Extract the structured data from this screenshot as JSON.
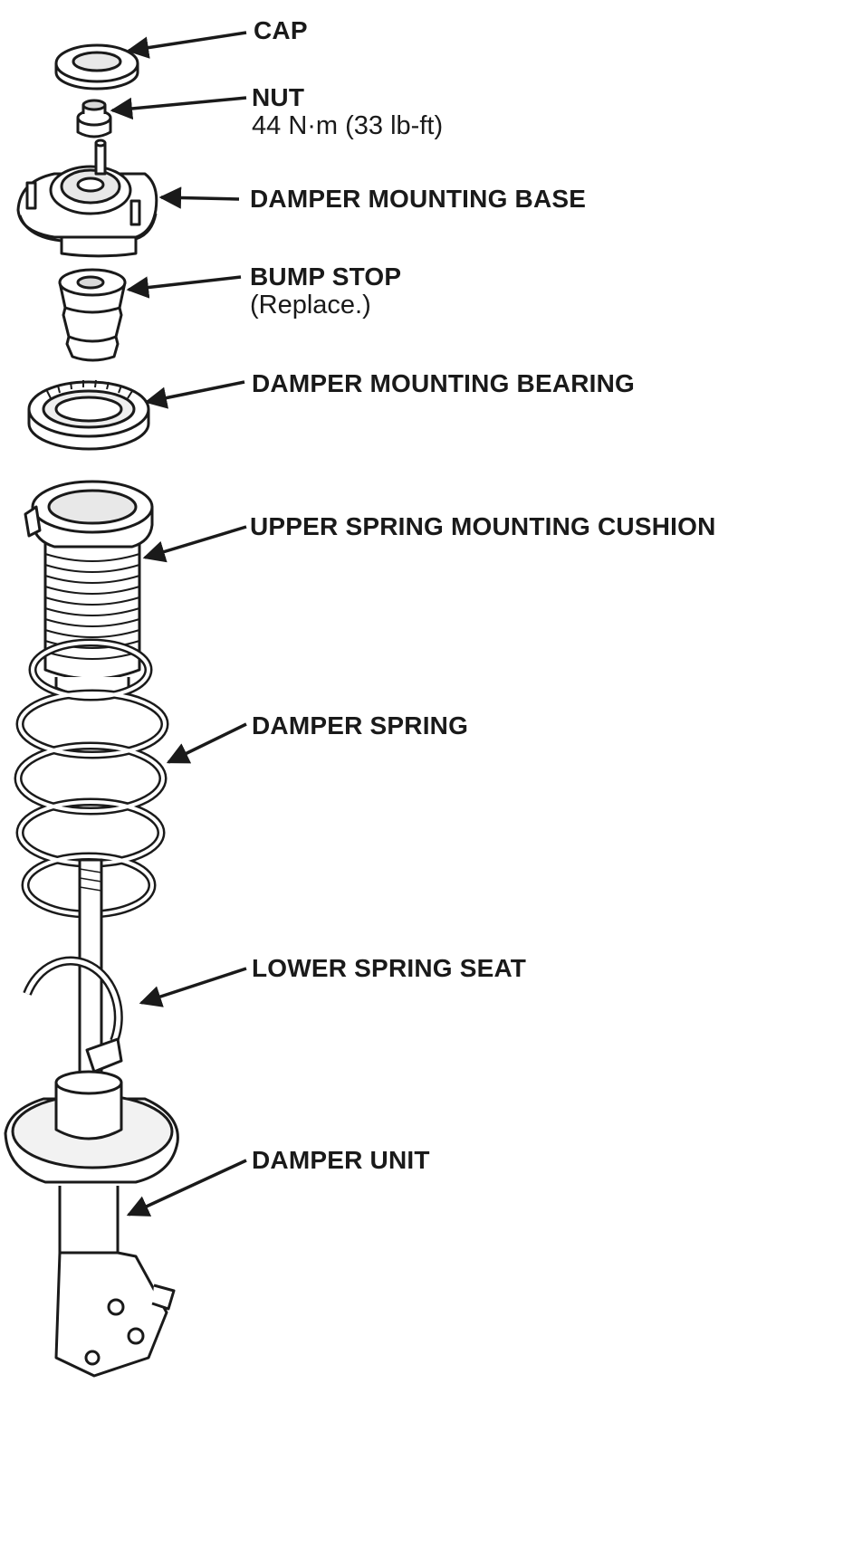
{
  "labels": {
    "cap": {
      "title": "CAP"
    },
    "nut": {
      "title": "NUT",
      "note": "44 N·m (33 lb-ft)"
    },
    "damper_mounting_base": {
      "title": "DAMPER MOUNTING BASE"
    },
    "bump_stop": {
      "title": "BUMP STOP",
      "note": "(Replace.)"
    },
    "damper_mounting_bearing": {
      "title": "DAMPER MOUNTING BEARING"
    },
    "upper_spring_mounting_cushion": {
      "title": "UPPER SPRING MOUNTING CUSHION"
    },
    "damper_spring": {
      "title": "DAMPER SPRING"
    },
    "lower_spring_seat": {
      "title": "LOWER SPRING SEAT"
    },
    "damper_unit": {
      "title": "DAMPER UNIT"
    }
  },
  "colors": {
    "line": "#1a1a1a",
    "fill": "#ffffff",
    "shade": "#d9d9d9"
  }
}
